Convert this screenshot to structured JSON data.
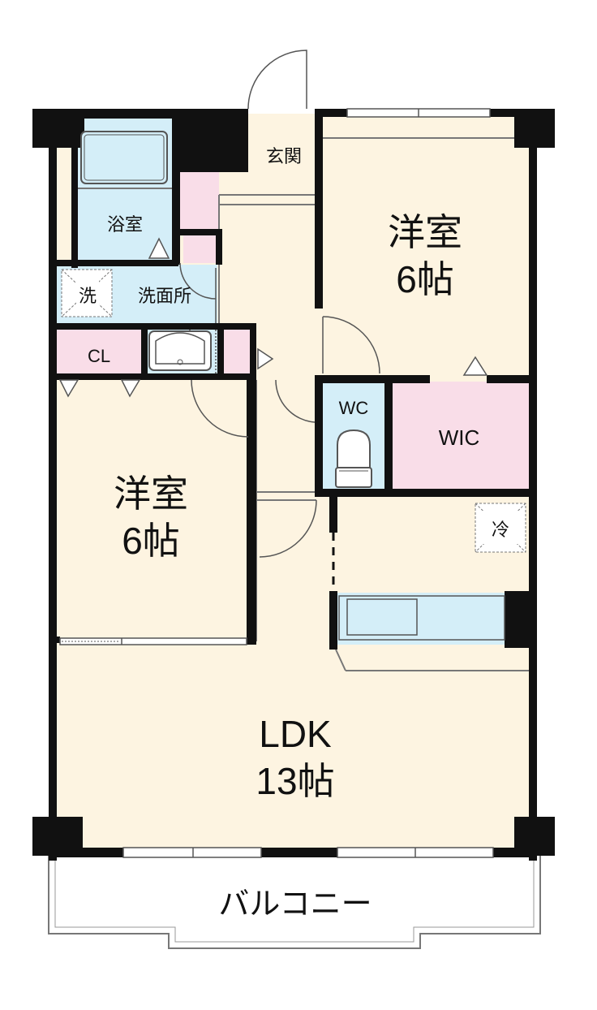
{
  "colors": {
    "room": "#fdf4e1",
    "bath": "#d4eef8",
    "closet": "#f9dde8",
    "wall": "#111111",
    "line": "#777777"
  },
  "rooms": {
    "genkan": "玄関",
    "bath": "浴室",
    "washroom": "洗面所",
    "wash_mark": "洗",
    "cl": "CL",
    "western1_name": "洋室",
    "western1_size": "6帖",
    "western2_name": "洋室",
    "western2_size": "6帖",
    "wc": "WC",
    "wic": "WIC",
    "fridge_mark": "冷",
    "ldk_name": "LDK",
    "ldk_size": "13帖",
    "balcony": "バルコニー"
  }
}
